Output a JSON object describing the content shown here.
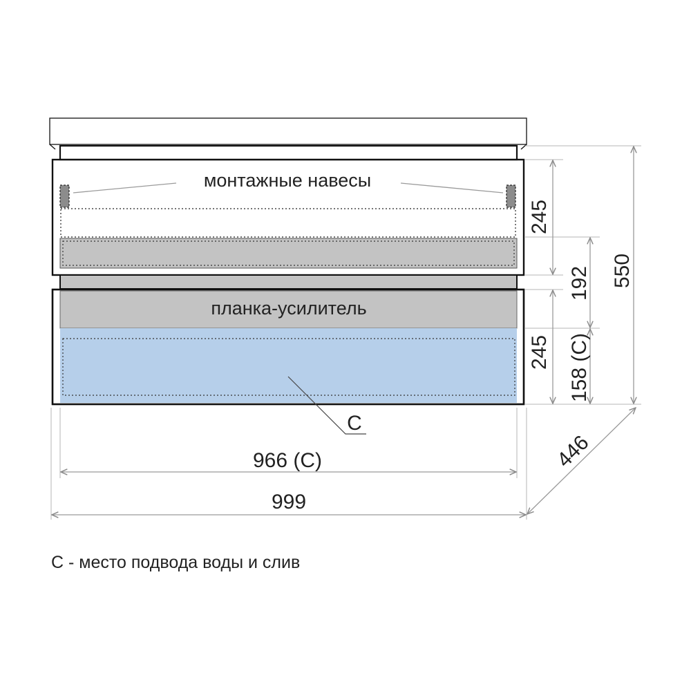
{
  "labels": {
    "mounting_hangers": "монтажные навесы",
    "reinforcement_bar": "планка-усилитель",
    "connection_point": "C",
    "legend": "C - место подвода воды и слив"
  },
  "dimensions": {
    "width_total": "999",
    "width_connection": "966 (C)",
    "depth": "446",
    "height_total": "550",
    "drawer_top_height": "245",
    "drawer_bottom_height": "245",
    "hanger_to_bar": "192",
    "connection_height": "158 (C)"
  },
  "colors": {
    "reinforcement_fill": "#c3c3c3",
    "connection_zone_fill": "#b6cfea",
    "outline": "#111111",
    "dimension_line": "#9a9a9a"
  }
}
